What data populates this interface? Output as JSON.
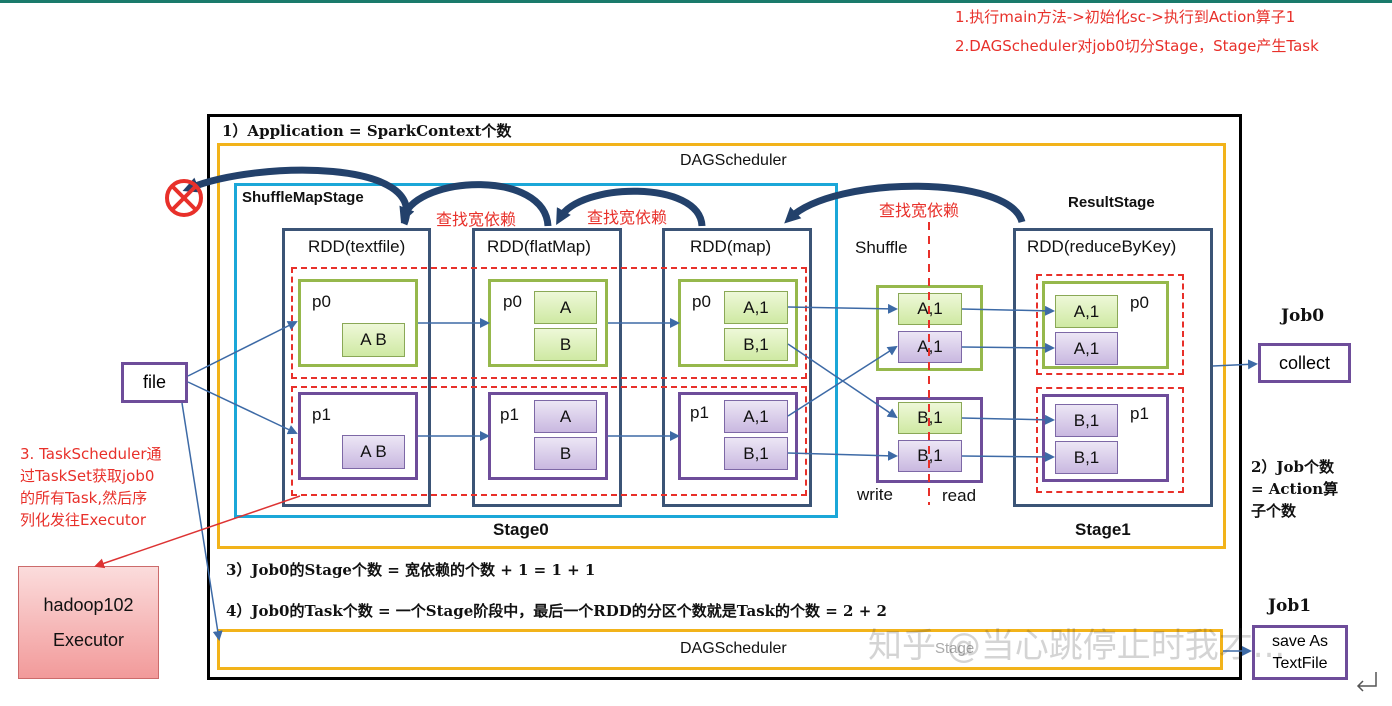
{
  "notes": {
    "top1": "1.执行main方法->初始化sc->执行到Action算子1",
    "top2": "2.DAGScheduler对job0切分Stage，Stage产生Task",
    "task_scheduler": [
      "3. TaskScheduler通",
      "过TaskSet获取job0",
      "的所有Task,然后序",
      "列化发往Executor"
    ]
  },
  "application_label": "1）Application = SparkContext个数",
  "dag_scheduler": "DAGScheduler",
  "dag_scheduler_bottom": "DAGScheduler",
  "shuffle_map_stage": "ShuffleMapStage",
  "result_stage": "ResultStage",
  "find_wide_dep": "查找宽依赖",
  "stage0": "Stage0",
  "stage1": "Stage1",
  "shuffle": "Shuffle",
  "write": "write",
  "read": "read",
  "file": "file",
  "executor": {
    "host": "hadoop102",
    "name": "Executor"
  },
  "rdds": {
    "textfile": {
      "title": "RDD(textfile)",
      "p0": "p0",
      "p1": "p1",
      "p0_cell": "A B",
      "p1_cell": "A B"
    },
    "flatmap": {
      "title": "RDD(flatMap)",
      "p0": "p0",
      "p1": "p1",
      "p0_cells": [
        "A",
        "B"
      ],
      "p1_cells": [
        "A",
        "B"
      ]
    },
    "map": {
      "title": "RDD(map)",
      "p0": "p0",
      "p1": "p1",
      "p0_cells": [
        "A,1",
        "B,1"
      ],
      "p1_cells": [
        "A,1",
        "B,1"
      ]
    },
    "shuffle_cells": {
      "top": [
        "A,1",
        "A,1"
      ],
      "bottom": [
        "B,1",
        "B,1"
      ]
    },
    "reducebykey": {
      "title": "RDD(reduceByKey)",
      "p0": "p0",
      "p1": "p1",
      "p0_cells": [
        "A,1",
        "A,1"
      ],
      "p1_cells": [
        "B,1",
        "B,1"
      ]
    }
  },
  "job0": "Job0",
  "job1": "Job1",
  "collect": "collect",
  "save_as": [
    "save As",
    "TextFile"
  ],
  "job_count": [
    "2）Job个数",
    "= Action算",
    "子个数"
  ],
  "stage_count": "3）Job0的Stage个数 = 宽依赖的个数 + 1 = 1 + 1",
  "task_count": "4）Job0的Task个数 = 一个Stage阶段中，最后一个RDD的分区个数就是Task的个数 = 2 + 2",
  "bottom_faded": "Stage",
  "watermark": "知乎 @当心跳停止时我才...",
  "colors": {
    "red": "#e8302a",
    "yellow": "#f2b31a",
    "cyan": "#1ba7d8",
    "navy": "#3b5476",
    "green": "#96b84c",
    "purple": "#6e4d9a"
  }
}
